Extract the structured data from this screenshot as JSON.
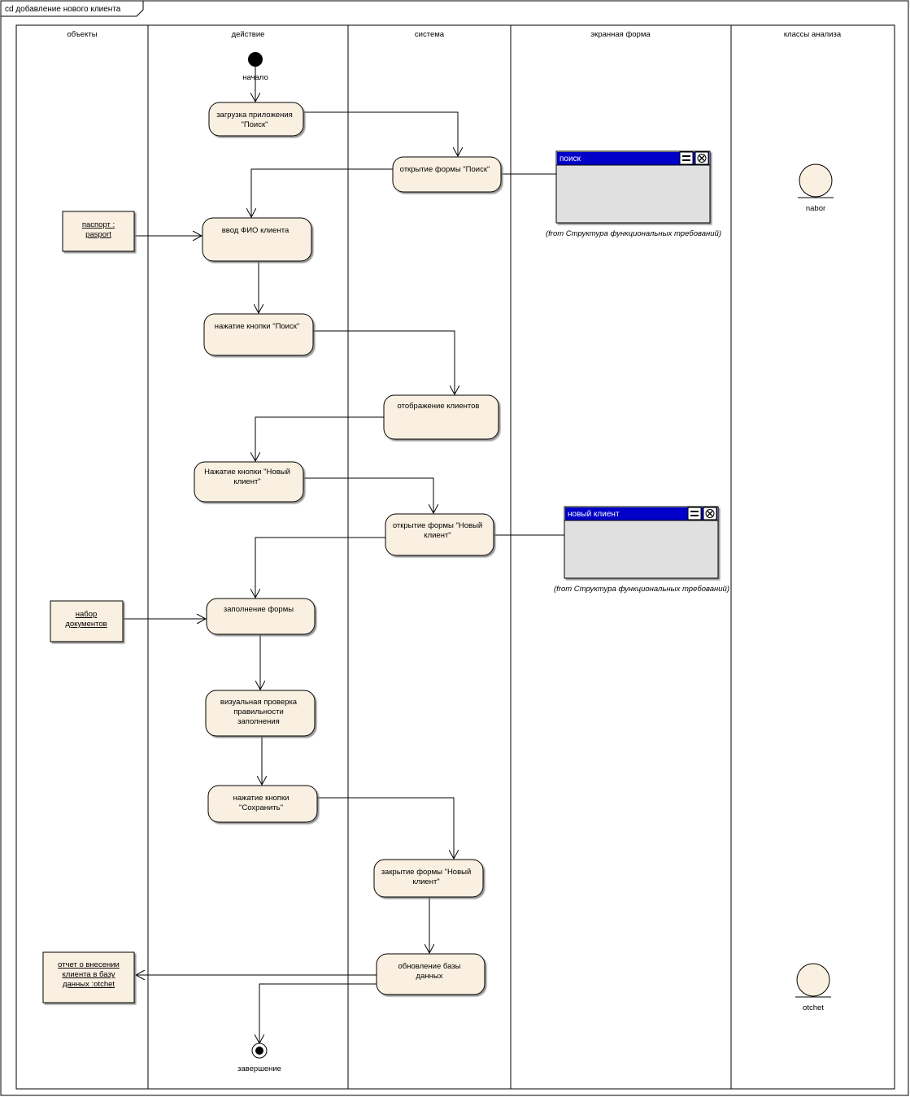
{
  "diagram": {
    "frame_title": "cd добавление нового клиента",
    "lanes": [
      "объекты",
      "действие",
      "система",
      "экранная форма",
      "классы анализа"
    ],
    "initial_label": "начало",
    "final_label": "завершение",
    "actions": {
      "load_app": [
        "загрузка приложения",
        "\"Поиск\""
      ],
      "open_search_form": [
        "открытие формы \"Поиск\""
      ],
      "enter_fio": [
        "ввод ФИО клиента"
      ],
      "press_search": [
        "нажатие кнопки \"Поиск\""
      ],
      "show_clients": [
        "отображение клиентов"
      ],
      "press_new_client": [
        "Нажатие кнопки \"Новый",
        "клиент\""
      ],
      "open_new_client_form": [
        "открытие формы \"Новый",
        "клиент\""
      ],
      "fill_form": [
        "заполнение формы"
      ],
      "visual_check": [
        "визуальная проверка",
        "правильности",
        "заполнения"
      ],
      "press_save": [
        "нажатие кнопки",
        "\"Сохранить\""
      ],
      "close_new_client_form": [
        "закрытие формы \"Новый",
        "клиент\""
      ],
      "update_db": [
        "обновление базы",
        "данных"
      ]
    },
    "objects": {
      "passport": [
        "паспорт :",
        "pasport"
      ],
      "documents": [
        "набор",
        "документов"
      ],
      "report": [
        "отчет о внесении",
        "клиента в базу",
        "данных :otchet"
      ]
    },
    "forms": {
      "search": {
        "title": "поиск",
        "note": "(from Структура функциональных требований)"
      },
      "new_client": {
        "title": "новый клиент",
        "note": "(from Структура функциональных требований)"
      }
    },
    "classes": {
      "nabor": "nabor",
      "otchet": "otchet"
    },
    "colors": {
      "action_fill": "#faf0e1",
      "form_titlebar": "#0000c8",
      "form_body": "#e0e0e0",
      "class_fill": "#faf0e1",
      "line": "#000000"
    }
  }
}
